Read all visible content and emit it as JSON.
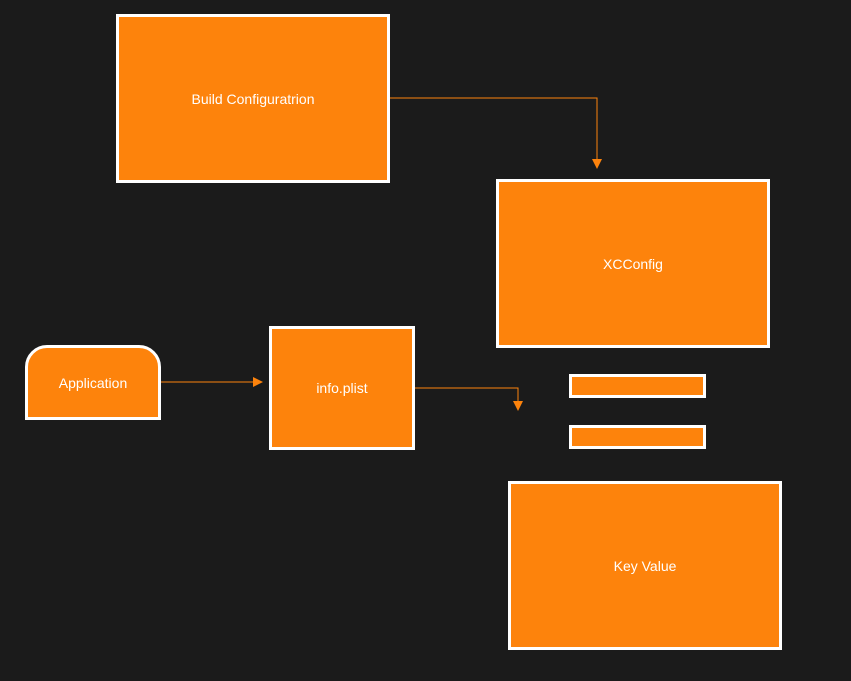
{
  "diagram": {
    "nodes": {
      "build_configuration": "Build Configuratrion",
      "xcconfig": "XCConfig",
      "application": "Application",
      "info_plist": "info.plist",
      "key_value": "Key Value"
    },
    "edges": [
      {
        "from": "build_configuration",
        "to": "xcconfig"
      },
      {
        "from": "application",
        "to": "info_plist"
      },
      {
        "from": "info_plist",
        "to": "key_value"
      }
    ]
  },
  "colors": {
    "background": "#1b1b1b",
    "node_fill": "#fd830c",
    "node_border": "#ffffff",
    "connector": "#fd830c",
    "text": "#ffffff"
  }
}
